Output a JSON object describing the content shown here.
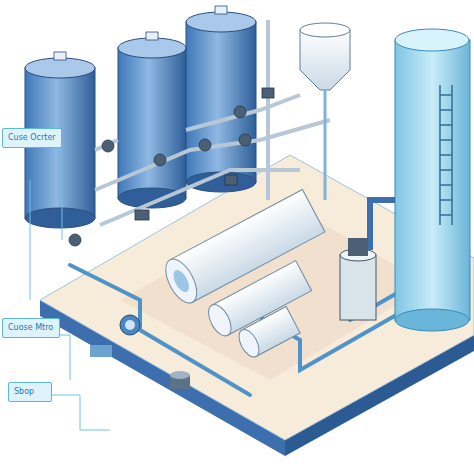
{
  "diagram": {
    "nodes": [
      {
        "text": [
          "Cuse Ocrter"
        ]
      },
      {
        "text": [
          "Cuose Mtro"
        ]
      },
      {
        "text": [
          "Sbop"
        ]
      }
    ]
  }
}
